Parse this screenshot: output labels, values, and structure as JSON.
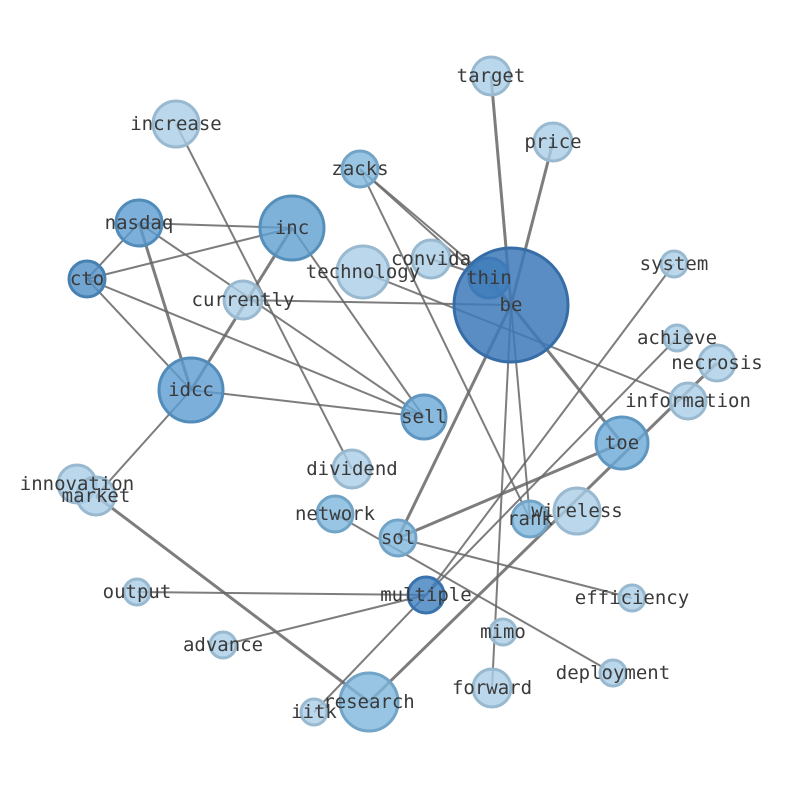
{
  "graph": {
    "nodes": [
      {
        "id": "be",
        "label": "be",
        "size": 57,
        "color": "#3d79b8"
      },
      {
        "id": "thin",
        "label": "thin",
        "size": 20,
        "color": "#4a90c6"
      },
      {
        "id": "inc",
        "label": "inc",
        "size": 32,
        "color": "#5f9fcf"
      },
      {
        "id": "idcc",
        "label": "idcc",
        "size": 32,
        "color": "#5b9bcf"
      },
      {
        "id": "toe",
        "label": "toe",
        "size": 26,
        "color": "#6aa8d6"
      },
      {
        "id": "sell",
        "label": "sell",
        "size": 22,
        "color": "#6aa8d6"
      },
      {
        "id": "nasdaq",
        "label": "nasdaq",
        "size": 23,
        "color": "#5b9bcf"
      },
      {
        "id": "cto",
        "label": "cto",
        "size": 18,
        "color": "#4f8fc5"
      },
      {
        "id": "multiple",
        "label": "multiple",
        "size": 18,
        "color": "#3f7fbf"
      },
      {
        "id": "research",
        "label": "research",
        "size": 29,
        "color": "#7eb6dc"
      },
      {
        "id": "sol",
        "label": "sol",
        "size": 18,
        "color": "#7eb6dc"
      },
      {
        "id": "rank",
        "label": "rank",
        "size": 18,
        "color": "#7eb6dc"
      },
      {
        "id": "network",
        "label": "network",
        "size": 18,
        "color": "#7eb6dc"
      },
      {
        "id": "zacks",
        "label": "zacks",
        "size": 18,
        "color": "#7eb6dc"
      },
      {
        "id": "technology",
        "label": "technology",
        "size": 26,
        "color": "#a9cde6"
      },
      {
        "id": "increase",
        "label": "increase",
        "size": 23,
        "color": "#a9cde6"
      },
      {
        "id": "wireless",
        "label": "wireless",
        "size": 23,
        "color": "#a9cde6"
      },
      {
        "id": "convida",
        "label": "convida",
        "size": 19,
        "color": "#a9cde6"
      },
      {
        "id": "currently",
        "label": "currently",
        "size": 19,
        "color": "#a9cde6"
      },
      {
        "id": "dividend",
        "label": "dividend",
        "size": 19,
        "color": "#a9cde6"
      },
      {
        "id": "innovation",
        "label": "innovation",
        "size": 19,
        "color": "#a9cde6"
      },
      {
        "id": "market",
        "label": "market",
        "size": 19,
        "color": "#a9cde6"
      },
      {
        "id": "target",
        "label": "target",
        "size": 19,
        "color": "#a9cde6"
      },
      {
        "id": "price",
        "label": "price",
        "size": 19,
        "color": "#a9cde6"
      },
      {
        "id": "information",
        "label": "information",
        "size": 18,
        "color": "#a9cde6"
      },
      {
        "id": "necrosis",
        "label": "necrosis",
        "size": 18,
        "color": "#a9cde6"
      },
      {
        "id": "forward",
        "label": "forward",
        "size": 19,
        "color": "#a9cde6"
      },
      {
        "id": "achieve",
        "label": "achieve",
        "size": 13,
        "color": "#a9cde6"
      },
      {
        "id": "system",
        "label": "system",
        "size": 13,
        "color": "#a9cde6"
      },
      {
        "id": "output",
        "label": "output",
        "size": 13,
        "color": "#a9cde6"
      },
      {
        "id": "advance",
        "label": "advance",
        "size": 13,
        "color": "#a9cde6"
      },
      {
        "id": "efficiency",
        "label": "efficiency",
        "size": 13,
        "color": "#a9cde6"
      },
      {
        "id": "mimo",
        "label": "mimo",
        "size": 13,
        "color": "#a9cde6"
      },
      {
        "id": "deployment",
        "label": "deployment",
        "size": 13,
        "color": "#a9cde6"
      },
      {
        "id": "iitk",
        "label": "iitk",
        "size": 13,
        "color": "#a9cde6"
      }
    ],
    "edges": [
      {
        "source": "be",
        "target": "thin",
        "weight": 3
      },
      {
        "source": "be",
        "target": "target",
        "weight": 3
      },
      {
        "source": "be",
        "target": "price",
        "weight": 3
      },
      {
        "source": "be",
        "target": "toe",
        "weight": 3
      },
      {
        "source": "be",
        "target": "currently",
        "weight": 2
      },
      {
        "source": "be",
        "target": "forward",
        "weight": 2
      },
      {
        "source": "be",
        "target": "rank",
        "weight": 2
      },
      {
        "source": "be",
        "target": "zacks",
        "weight": 2
      },
      {
        "source": "be",
        "target": "sol",
        "weight": 3
      },
      {
        "source": "thin",
        "target": "convida",
        "weight": 2
      },
      {
        "source": "thin",
        "target": "zacks",
        "weight": 2
      },
      {
        "source": "toe",
        "target": "sol",
        "weight": 3
      },
      {
        "source": "inc",
        "target": "nasdaq",
        "weight": 2
      },
      {
        "source": "inc",
        "target": "cto",
        "weight": 2
      },
      {
        "source": "inc",
        "target": "idcc",
        "weight": 3
      },
      {
        "source": "inc",
        "target": "sell",
        "weight": 2
      },
      {
        "source": "nasdaq",
        "target": "idcc",
        "weight": 3
      },
      {
        "source": "nasdaq",
        "target": "cto",
        "weight": 2
      },
      {
        "source": "nasdaq",
        "target": "sell",
        "weight": 2
      },
      {
        "source": "cto",
        "target": "idcc",
        "weight": 2
      },
      {
        "source": "cto",
        "target": "sell",
        "weight": 2
      },
      {
        "source": "idcc",
        "target": "sell",
        "weight": 2
      },
      {
        "source": "idcc",
        "target": "market",
        "weight": 2
      },
      {
        "source": "increase",
        "target": "dividend",
        "weight": 2
      },
      {
        "source": "zacks",
        "target": "rank",
        "weight": 2
      },
      {
        "source": "technology",
        "target": "information",
        "weight": 2
      },
      {
        "source": "market",
        "target": "research",
        "weight": 3
      },
      {
        "source": "research",
        "target": "necrosis",
        "weight": 3
      },
      {
        "source": "sol",
        "target": "efficiency",
        "weight": 2
      },
      {
        "source": "network",
        "target": "deployment",
        "weight": 2
      },
      {
        "source": "multiple",
        "target": "output",
        "weight": 2
      },
      {
        "source": "multiple",
        "target": "advance",
        "weight": 2
      },
      {
        "source": "multiple",
        "target": "iitk",
        "weight": 2
      },
      {
        "source": "multiple",
        "target": "system",
        "weight": 2
      },
      {
        "source": "multiple",
        "target": "achieve",
        "weight": 2
      }
    ]
  }
}
